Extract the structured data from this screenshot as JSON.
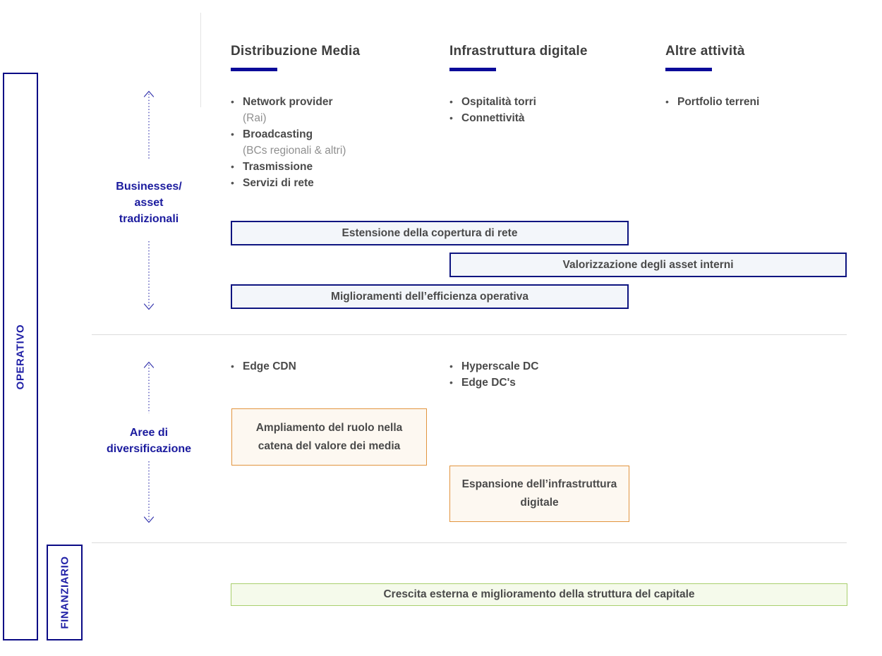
{
  "sidebar": {
    "operativo_label": "OPERATIVO",
    "finanziario_label": "FINANZIARIO"
  },
  "columns": [
    {
      "title": "Distribuzione Media"
    },
    {
      "title": "Infrastruttura digitale"
    },
    {
      "title": "Altre attività"
    }
  ],
  "rows": [
    {
      "label_line1": "Businesses/",
      "label_line2": "asset",
      "label_line3": "tradizionali"
    },
    {
      "label_line1": "Aree di",
      "label_line2": "diversificazione"
    }
  ],
  "traditional": {
    "media_items": [
      {
        "label": "Network provider",
        "sub": "(Rai)"
      },
      {
        "label": "Broadcasting",
        "sub": "(BCs regionali & altri)"
      },
      {
        "label": "Trasmissione"
      },
      {
        "label": "Servizi di rete"
      }
    ],
    "infra_items": [
      {
        "label": "Ospitalità torri"
      },
      {
        "label": "Connettività"
      }
    ],
    "other_items": [
      {
        "label": "Portfolio terreni"
      }
    ],
    "initiatives": [
      {
        "text": "Estensione della copertura di rete"
      },
      {
        "text": "Valorizzazione degli asset interni"
      },
      {
        "text": "Miglioramenti dell’efficienza operativa"
      }
    ]
  },
  "diversification": {
    "media_items": [
      {
        "label": "Edge CDN"
      }
    ],
    "infra_items": [
      {
        "label": "Hyperscale DC"
      },
      {
        "label": "Edge DC's"
      }
    ],
    "initiatives": [
      {
        "text": "Ampliamento del ruolo nella catena del valore dei media"
      },
      {
        "text": "Espansione dell’infrastruttura digitale"
      }
    ]
  },
  "financial": {
    "initiative": "Crescita esterna e miglioramento della struttura del capitale"
  },
  "colors": {
    "navy_border": "#0a0a85",
    "label_blue": "#1b1b9e",
    "header_underline": "#0b0b99",
    "box_blue_border": "#0d1480",
    "box_blue_fill": "#f3f6fa",
    "box_orange_border": "#e2943e",
    "box_orange_fill": "#fdf8f1",
    "box_green_border": "#a9cf6e",
    "box_green_fill": "#f5faeb",
    "heading_gray": "#3e3e3e",
    "text_gray": "#4a4a4a",
    "sub_gray": "#909090"
  }
}
